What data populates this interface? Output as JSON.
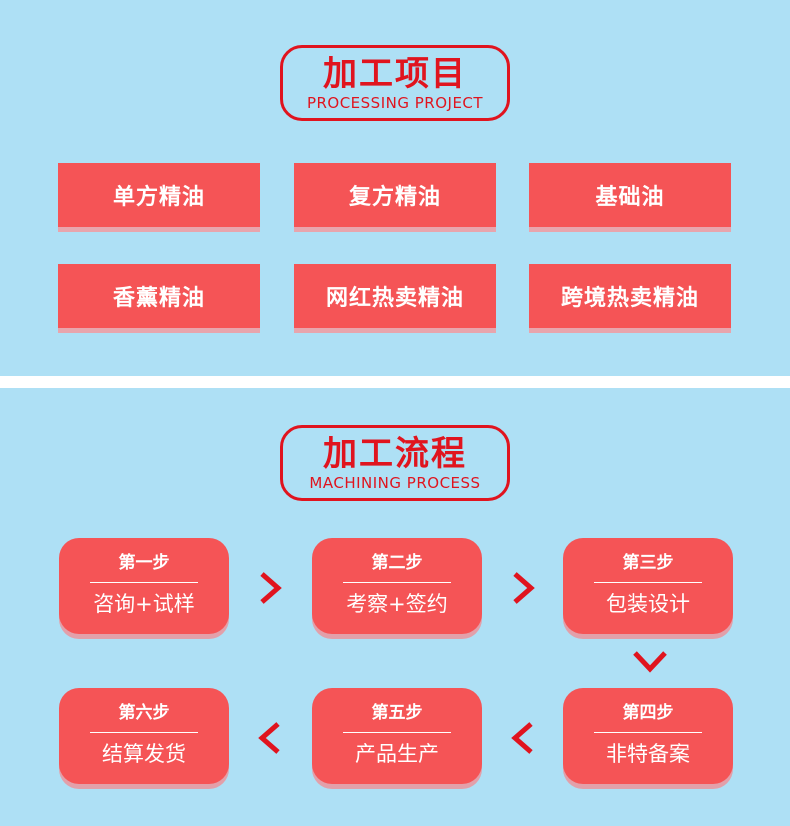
{
  "processing_project": {
    "title_cn": "加工项目",
    "title_en": "PROCESSING PROJECT",
    "items": [
      "单方精油",
      "复方精油",
      "基础油",
      "香薰精油",
      "网红热卖精油",
      "跨境热卖精油"
    ]
  },
  "machining_process": {
    "title_cn": "加工流程",
    "title_en": "MACHINING PROCESS",
    "steps": [
      {
        "title": "第一步",
        "desc": "咨询+试样"
      },
      {
        "title": "第二步",
        "desc": "考察+签约"
      },
      {
        "title": "第三步",
        "desc": "包装设计"
      },
      {
        "title": "第四步",
        "desc": "非特备案"
      },
      {
        "title": "第五步",
        "desc": "产品生产"
      },
      {
        "title": "第六步",
        "desc": "结算发货"
      }
    ]
  },
  "colors": {
    "accent": "#e0141e",
    "card": "#f55456",
    "background": "#aee0f5"
  },
  "icons": [
    "chevron-right-icon",
    "chevron-down-icon",
    "chevron-left-icon"
  ]
}
